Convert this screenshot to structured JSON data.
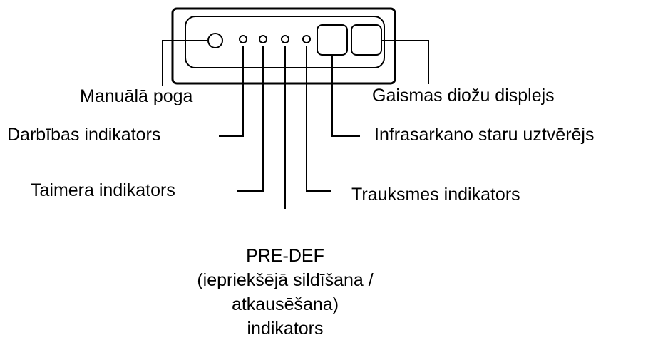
{
  "labels": {
    "manual_button": "Manuālā poga",
    "operation_indicator": "Darbības indikators",
    "timer_indicator": "Taimera indikators",
    "predef_line1": "PRE-DEF",
    "predef_line2": "(iepriekšējā sildīšana /",
    "predef_line3": "atkausēšana)",
    "predef_line4": "indikators",
    "alarm_indicator": "Trauksmes indikators",
    "ir_receiver": "Infrasarkano staru uztvērējs",
    "led_display": "Gaismas diožu displejs"
  },
  "colors": {
    "ink": "#000000",
    "background": "#ffffff"
  }
}
